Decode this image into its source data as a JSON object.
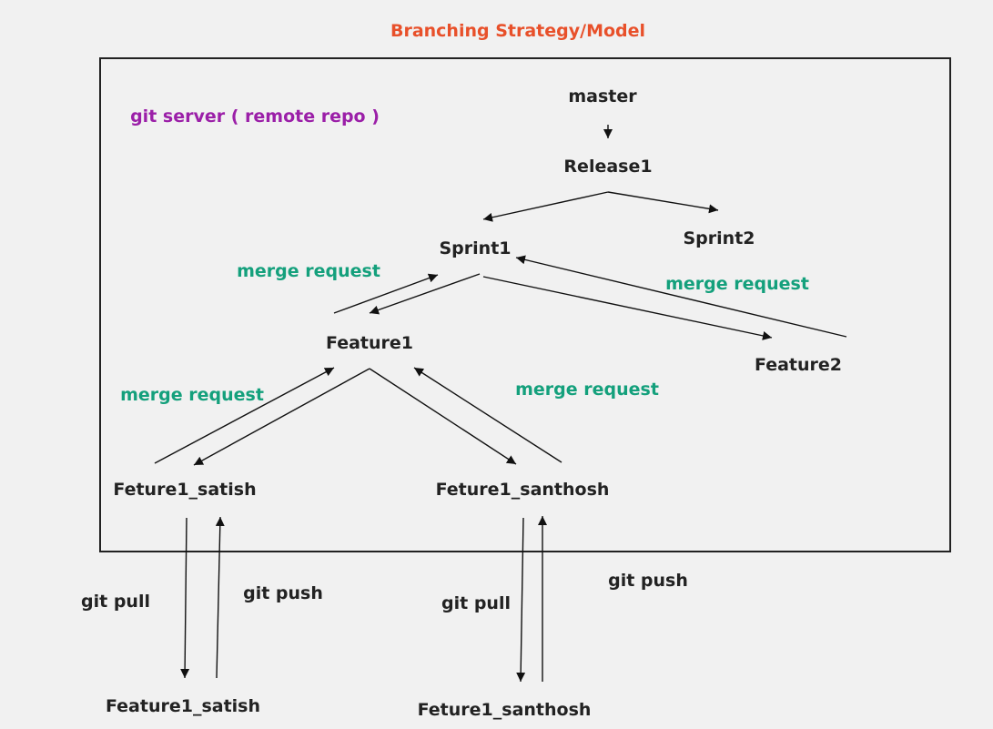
{
  "title": "Branching Strategy/Model",
  "server_label": "git server ( remote repo )",
  "nodes": {
    "master": "master",
    "release1": "Release1",
    "sprint1": "Sprint1",
    "sprint2": "Sprint2",
    "feature1": "Feature1",
    "feature2": "Feature2",
    "feature1_satish_remote": "Feture1_satish",
    "feature1_santhosh_remote": "Feture1_santhosh",
    "feature1_satish_local": "Feature1_satish",
    "feature1_santhosh_local": "Feture1_santhosh"
  },
  "edge_labels": {
    "merge_feature1_sprint1": "merge request",
    "merge_feature2_sprint1": "merge request",
    "merge_satish_feature1": "merge request",
    "merge_santhosh_feature1": "merge request",
    "satish_pull": "git pull",
    "satish_push": "git push",
    "santhosh_pull": "git pull",
    "santhosh_push": "git push"
  },
  "colors": {
    "title": "#e8502a",
    "server_label": "#9b1fa8",
    "merge_label": "#14a07c",
    "text": "#222222",
    "background": "#f1f1f1"
  }
}
